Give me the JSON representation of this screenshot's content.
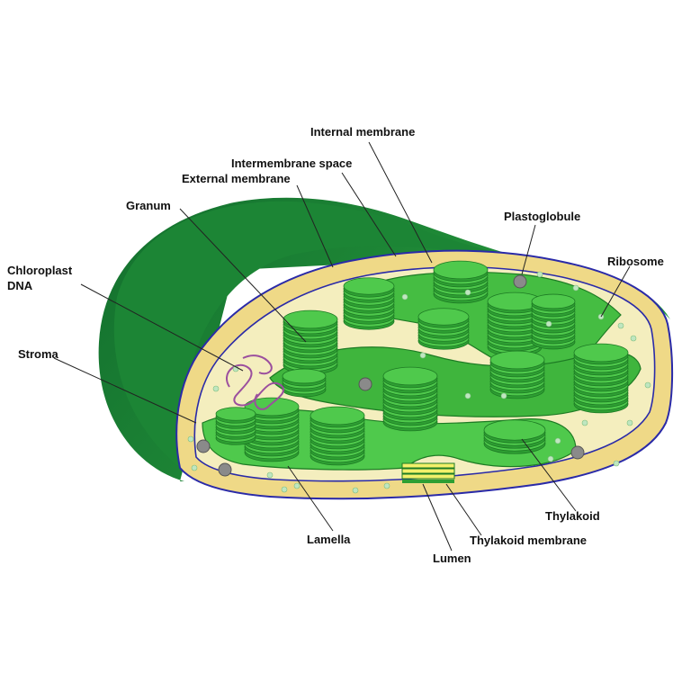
{
  "colors": {
    "outer_dark": "#136f2e",
    "outer_mid": "#2a9a3f",
    "membrane_line": "#2a2aa8",
    "intermembrane": "#efd987",
    "stroma": "#f4eebe",
    "thylakoid_top": "#4fc94c",
    "thylakoid_side": "#2e9f33",
    "thylakoid_edge": "#1d7b24",
    "plastoglobule": "#8a8a8a",
    "ribosome": "#bfe6c0",
    "dna": "#9b4f9e",
    "lumen": "#f3f06a"
  },
  "labels": {
    "internal_membrane": "Internal membrane",
    "intermembrane_space": "Intermembrane space",
    "external_membrane": "External membrane",
    "granum": "Granum",
    "plastoglobule": "Plastoglobule",
    "ribosome": "Ribosome",
    "chloroplast_dna_1": "Chloroplast",
    "chloroplast_dna_2": "DNA",
    "stroma": "Stroma",
    "thylakoid": "Thylakoid",
    "lamella": "Lamella",
    "thylakoid_membrane": "Thylakoid membrane",
    "lumen": "Lumen"
  }
}
